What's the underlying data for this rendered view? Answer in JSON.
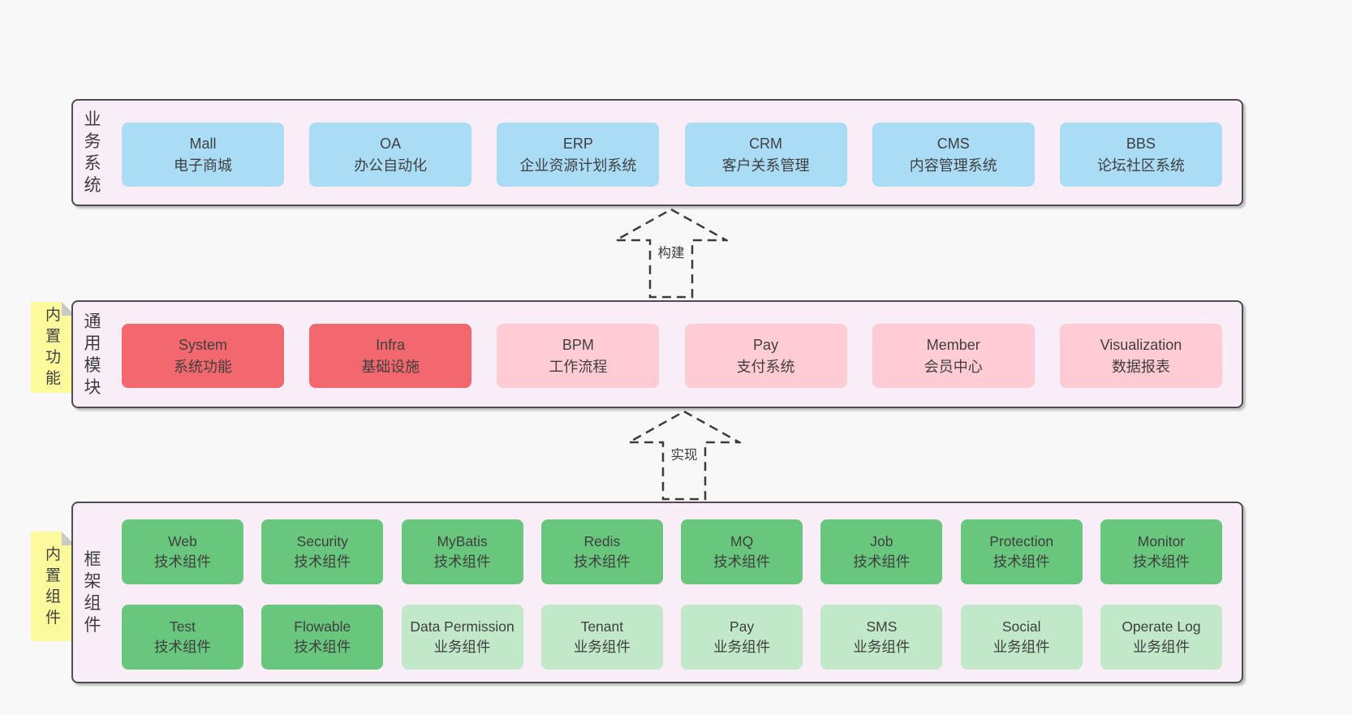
{
  "colors": {
    "page_bg": "#f8f8f8",
    "container_bg": "#f9edf7",
    "container_border": "#4c4c4c",
    "blue": "#aadcf6",
    "red": "#f2686e",
    "pink": "#ffccd5",
    "green": "#69c77d",
    "lightgreen": "#c1e8c8",
    "note_yellow": "#fcfa9d",
    "note_fold": "#c9c9c9",
    "arrow_stroke": "#3c3c3c",
    "text": "#3f3f3f"
  },
  "arrows": {
    "build": "构建",
    "implement": "实现"
  },
  "layers": {
    "business": {
      "label": "业务系统",
      "boxes": [
        {
          "name": "Mall",
          "desc": "电子商城"
        },
        {
          "name": "OA",
          "desc": "办公自动化"
        },
        {
          "name": "ERP",
          "desc": "企业资源计划系统"
        },
        {
          "name": "CRM",
          "desc": "客户关系管理"
        },
        {
          "name": "CMS",
          "desc": "内容管理系统"
        },
        {
          "name": "BBS",
          "desc": "论坛社区系统"
        }
      ]
    },
    "modules": {
      "label": "通用模块",
      "note": "内置功能",
      "boxes": [
        {
          "name": "System",
          "desc": "系统功能"
        },
        {
          "name": "Infra",
          "desc": "基础设施"
        },
        {
          "name": "BPM",
          "desc": "工作流程"
        },
        {
          "name": "Pay",
          "desc": "支付系统"
        },
        {
          "name": "Member",
          "desc": "会员中心"
        },
        {
          "name": "Visualization",
          "desc": "数据报表"
        }
      ]
    },
    "framework": {
      "label": "框架组件",
      "note": "内置组件",
      "row1": [
        {
          "name": "Web",
          "desc": "技术组件"
        },
        {
          "name": "Security",
          "desc": "技术组件"
        },
        {
          "name": "MyBatis",
          "desc": "技术组件"
        },
        {
          "name": "Redis",
          "desc": "技术组件"
        },
        {
          "name": "MQ",
          "desc": "技术组件"
        },
        {
          "name": "Job",
          "desc": "技术组件"
        },
        {
          "name": "Protection",
          "desc": "技术组件"
        },
        {
          "name": "Monitor",
          "desc": "技术组件"
        }
      ],
      "row2": [
        {
          "name": "Test",
          "desc": "技术组件"
        },
        {
          "name": "Flowable",
          "desc": "技术组件"
        },
        {
          "name": "Data Permission",
          "desc": "业务组件"
        },
        {
          "name": "Tenant",
          "desc": "业务组件"
        },
        {
          "name": "Pay",
          "desc": "业务组件"
        },
        {
          "name": "SMS",
          "desc": "业务组件"
        },
        {
          "name": "Social",
          "desc": "业务组件"
        },
        {
          "name": "Operate Log",
          "desc": "业务组件"
        }
      ]
    }
  }
}
